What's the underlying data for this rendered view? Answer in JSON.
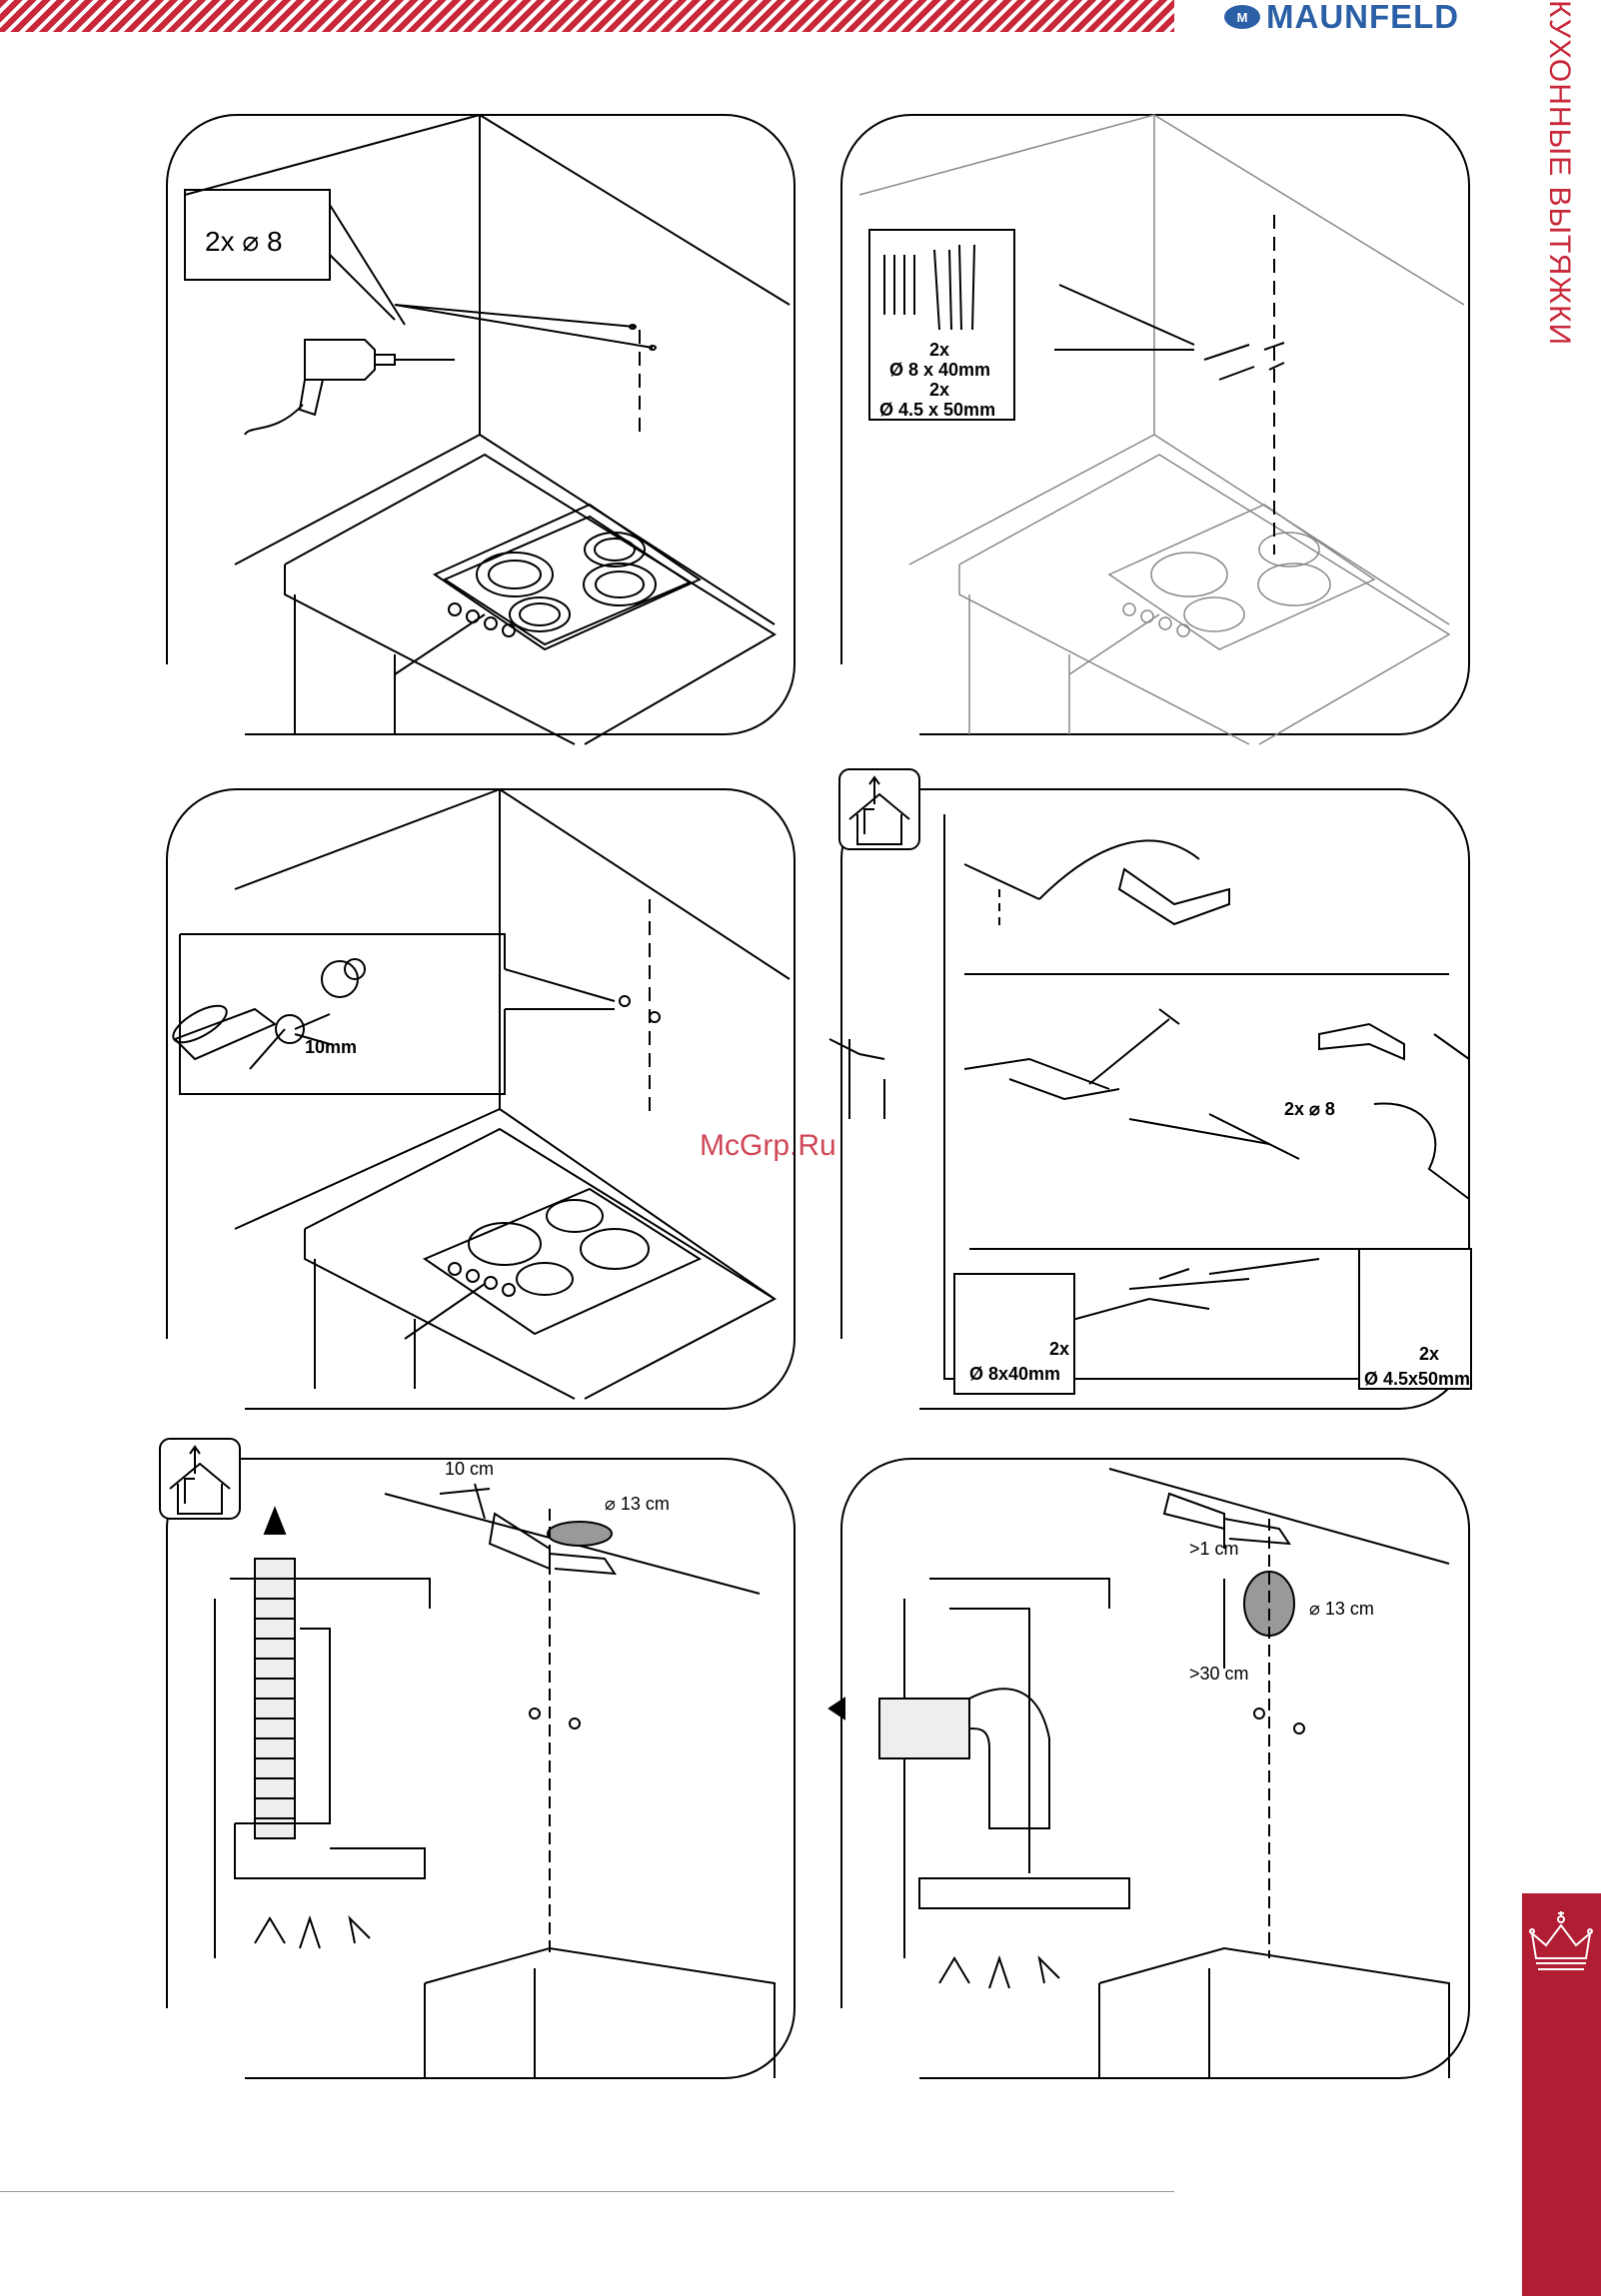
{
  "header": {
    "brand": "MAUNFELD",
    "brand_mark": "M",
    "side_title": "КУХОННЫЕ ВЫТЯЖКИ",
    "accent_color": "#c8283a",
    "brand_color": "#2b5fa6"
  },
  "watermark": "McGrp.Ru",
  "panels": {
    "p1": {
      "drill_label": "2x ⌀ 8"
    },
    "p2": {
      "l1": "2x",
      "l2": "Ø 8 x 40mm",
      "l3": "2x",
      "l4": "Ø 4.5 x 50mm"
    },
    "p3": {
      "gap": "10mm"
    },
    "p4": {
      "drill": "2x ⌀ 8",
      "plug_qty": "2x",
      "plug_size": "Ø 8x40mm",
      "screw_qty": "2x",
      "screw_size": "Ø 4.5x50mm"
    },
    "p5": {
      "offset": "10 cm",
      "diameter": "⌀ 13 cm"
    },
    "p6": {
      "gap_top": ">1 cm",
      "diameter": "⌀ 13 cm",
      "gap_bottom": ">30 cm"
    }
  },
  "icons": [
    "drill-icon",
    "screwdriver-icon",
    "house-exhaust-icon",
    "crown-icon"
  ]
}
